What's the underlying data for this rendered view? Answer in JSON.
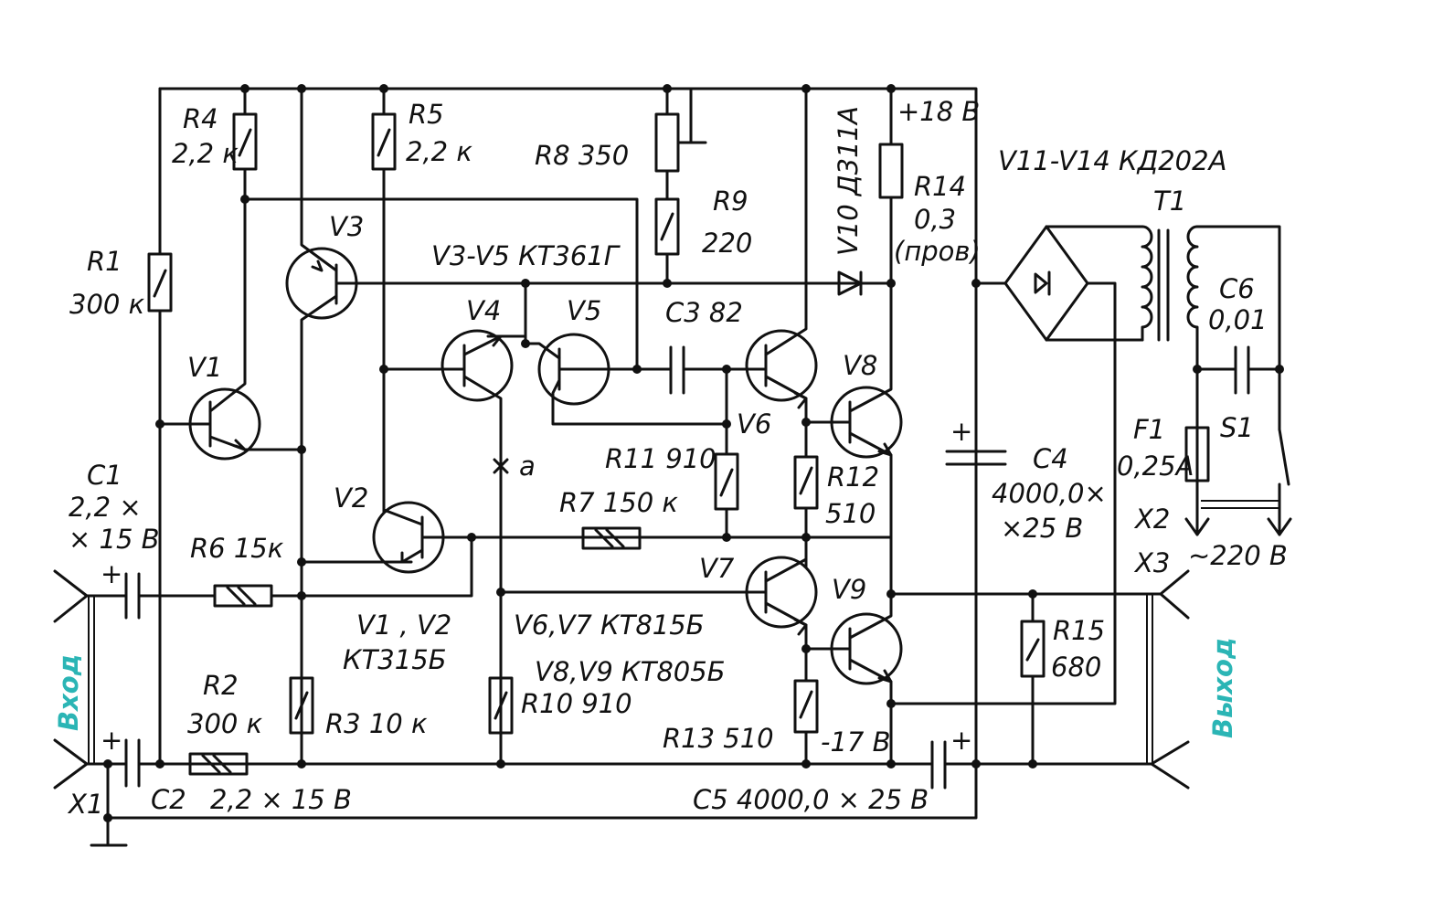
{
  "labels": {
    "r4": "R4",
    "r4_val": "2,2 к",
    "r5": "R5",
    "r5_val": "2,2 к",
    "r8": "R8 350",
    "r9": "R9",
    "r9_val": "220",
    "v10": "V10 Д311А",
    "plus18": "+18 В",
    "r14": "R14",
    "r14_val": "0,3",
    "r14_note": "(пров)",
    "bridge": "V11-V14 КД202А",
    "t1": "T1",
    "r1": "R1",
    "r1_val": "300 к",
    "v3": "V3",
    "v3v5": "V3-V5 КТ361Г",
    "v4": "V4",
    "v5": "V5",
    "c3": "C3 82",
    "c6": "C6",
    "c6_val": "0,01",
    "v1": "V1",
    "v8": "V8",
    "v6": "V6",
    "f1": "F1",
    "f1_val": "0,25А",
    "s1": "S1",
    "c1": "C1",
    "c1_val1": "2,2 ×",
    "c1_val2": "× 15 В",
    "r11": "R11 910",
    "point_a": "a",
    "r12": "R12",
    "r12_val": "510",
    "c4": "C4",
    "c4_val1": "4000,0×",
    "c4_val2": "×25 В",
    "v2": "V2",
    "r7": "R7 150 к",
    "x2": "X2",
    "r6": "R6 15к",
    "mains": "~220 В",
    "x3": "X3",
    "v7": "V7",
    "v9": "V9",
    "v1v2": "V1 , V2",
    "v1v2_type": "КТ315Б",
    "v6v7": "V6,V7 КТ815Б",
    "v8v9": "V8,V9 КТ805Б",
    "r15": "R15",
    "r15_val": "680",
    "r2": "R2",
    "r2_val": "300 к",
    "r3": "R3 10 к",
    "r10": "R10 910",
    "r13": "R13 510",
    "minus17": "-17 В",
    "x1": "X1",
    "c2": "C2",
    "c2_val": "2,2 × 15 В",
    "c5": "C5 4000,0 × 25 В",
    "plus": "+",
    "input": "Вход",
    "output": "Выход"
  },
  "colors": {
    "ink": "#111111",
    "io_label": "#2bb5b5"
  }
}
